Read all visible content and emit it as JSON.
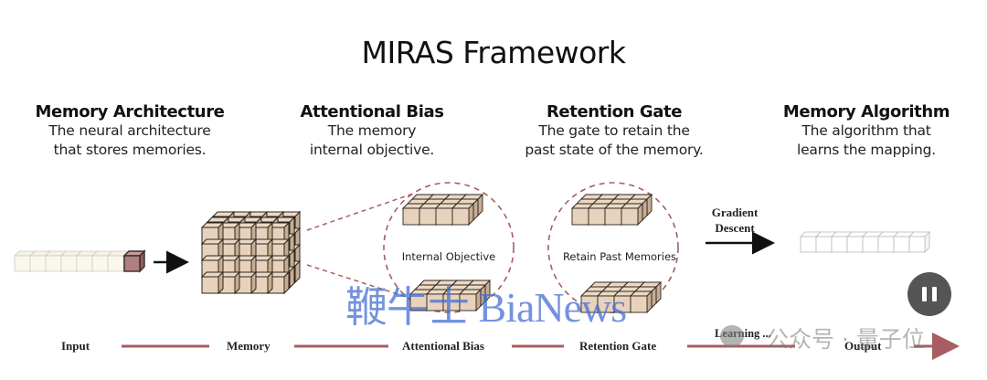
{
  "title": "MIRAS Framework",
  "columns": [
    {
      "heading": "Memory Architecture",
      "line1": "The neural architecture",
      "line2": "that stores memories."
    },
    {
      "heading": "Attentional Bias",
      "line1": "The memory",
      "line2": "internal objective."
    },
    {
      "heading": "Retention Gate",
      "line1": "The gate to retain the",
      "line2": "past state of the memory."
    },
    {
      "heading": "Memory Algorithm",
      "line1": "The algorithm that",
      "line2": "learns the mapping."
    }
  ],
  "diagram": {
    "circle1_label": "Internal Objective",
    "circle2_label": "Retain Past Memories",
    "arrow_label_line1": "Gradient",
    "arrow_label_line2": "Descent"
  },
  "pipeline": {
    "stages": [
      "Input",
      "Memory",
      "Attentional Bias",
      "Retention Gate",
      "Output"
    ],
    "progress_label": "Learning ..."
  },
  "colors": {
    "cube_fill": "#e8d2bc",
    "input_highlight": "#b07f80",
    "accent_line": "#a85e60",
    "dashed_circle": "#a85e60"
  },
  "watermarks": {
    "bianews": "鞭牛士 BiaNews",
    "wechat": "公众号 · 量子位"
  },
  "controls": {
    "pause_icon": "pause-icon"
  }
}
